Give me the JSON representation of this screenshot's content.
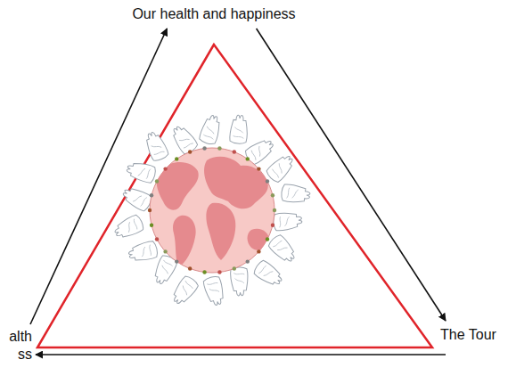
{
  "diagram": {
    "nodes": [
      {
        "text": [
          "Our health and happiness"
        ]
      },
      {
        "text": [
          "alth ss"
        ]
      },
      {
        "text": [
          "The Tour"
        ]
      }
    ],
    "edges": [
      {
        "from": 1,
        "to": 0,
        "arrow": "to"
      },
      {
        "from": 0,
        "to": 2,
        "arrow": "to"
      },
      {
        "from": 2,
        "to": 1,
        "arrow": "to"
      }
    ]
  }
}
